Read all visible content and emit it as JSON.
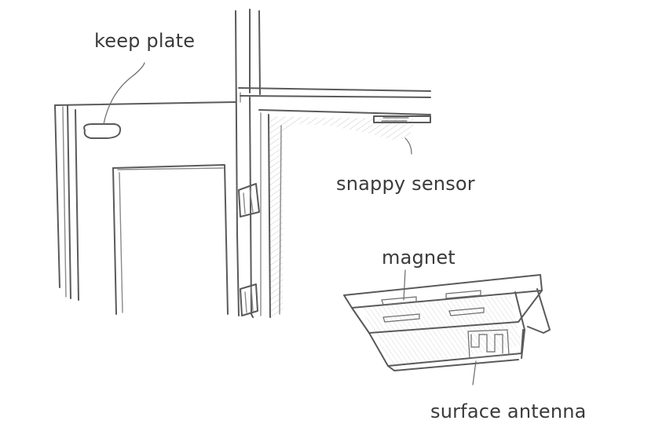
{
  "diagram": {
    "labels": {
      "keep_plate": "keep plate",
      "snappy_sensor": "snappy sensor",
      "magnet": "magnet",
      "surface_antenna": "surface antenna"
    },
    "style": {
      "line_color": "#5a5a5a",
      "shade_color": "#c9c9c9",
      "text_color": "#3a3a3a",
      "background": "#ffffff"
    }
  }
}
